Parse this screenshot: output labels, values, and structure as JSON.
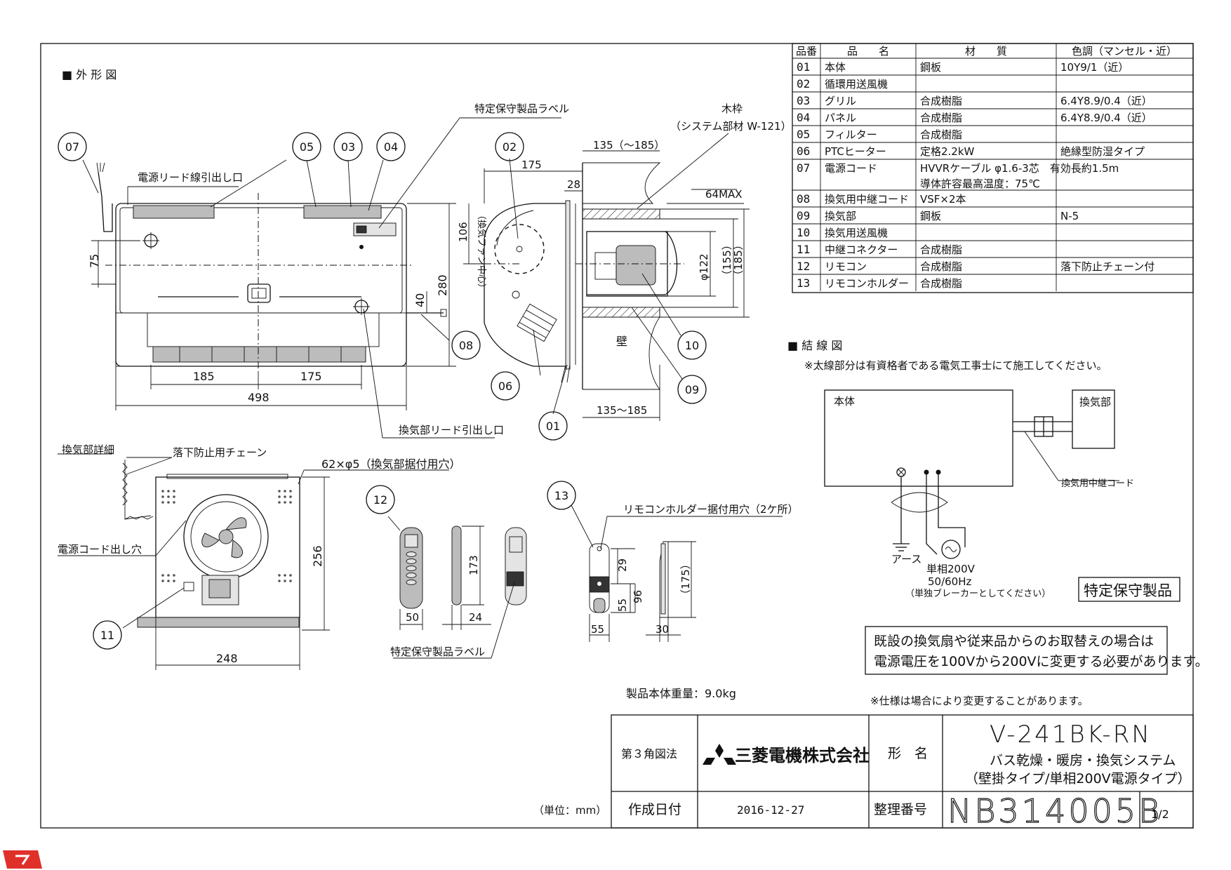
{
  "sections": {
    "outline_title": "■ 外 形 図",
    "wiring_title": "■ 結 線 図"
  },
  "parts_table": {
    "headers": [
      "品番",
      "品　　名",
      "材　　質",
      "色調（マンセル・近）"
    ],
    "rows": [
      {
        "no": "01",
        "name": "本体",
        "material": "鋼板",
        "color": "10Y9/1（近）"
      },
      {
        "no": "02",
        "name": "循環用送風機",
        "material": "",
        "color": ""
      },
      {
        "no": "03",
        "name": "グリル",
        "material": "合成樹脂",
        "color": "6.4Y8.9/0.4（近）"
      },
      {
        "no": "04",
        "name": "パネル",
        "material": "合成樹脂",
        "color": "6.4Y8.9/0.4（近）"
      },
      {
        "no": "05",
        "name": "フィルター",
        "material": "合成樹脂",
        "color": ""
      },
      {
        "no": "06",
        "name": "PTCヒーター",
        "material": "定格2.2kW",
        "color": "絶縁型防湿タイプ"
      },
      {
        "no": "07",
        "name": "電源コード",
        "material": "HVVRケーブル φ1.6-3芯　有効長約1.5m",
        "material2": "導体許容最高温度：75℃",
        "color": ""
      },
      {
        "no": "08",
        "name": "換気用中継コード",
        "material": "VSF×2本",
        "color": ""
      },
      {
        "no": "09",
        "name": "換気部",
        "material": "鋼板",
        "color": "N-5"
      },
      {
        "no": "10",
        "name": "換気用送風機",
        "material": "",
        "color": ""
      },
      {
        "no": "11",
        "name": "中継コネクター",
        "material": "合成樹脂",
        "color": ""
      },
      {
        "no": "12",
        "name": "リモコン",
        "material": "合成樹脂",
        "color": "落下防止チェーン付"
      },
      {
        "no": "13",
        "name": "リモコンホルダー",
        "material": "合成樹脂",
        "color": ""
      }
    ]
  },
  "labels": {
    "tokutei_label_top": "特定保守製品ラベル",
    "waku": "木枠",
    "system_part": "（システム部材 W-121）",
    "power_lead": "電源リード線引出し口",
    "vent_lead": "換気部リード引出し口",
    "vent_detail": "換気部詳細",
    "chain": "落下防止用チェーン",
    "holes": "62×φ5（換気部据付用穴）",
    "cord_hole": "電源コード出し穴",
    "remote_holder_holes": "リモコンホルダー据付用穴（2ケ所）",
    "tokutei_label_bottom": "特定保守製品ラベル",
    "wall": "壁",
    "fan_center": "（換気ファン中心）",
    "weight": "製品本体重量：9.0kg",
    "unit": "（単位：mm）",
    "spec_note": "※仕様は場合により変更することがあります。"
  },
  "callouts": [
    "01",
    "02",
    "03",
    "04",
    "05",
    "06",
    "07",
    "08",
    "09",
    "10",
    "11",
    "12",
    "13"
  ],
  "dimensions": {
    "d75": "75",
    "d106": "106",
    "d280": "280",
    "d40": "40",
    "d185": "185",
    "d175": "175",
    "d498": "498",
    "d135top": "135（～185）",
    "d175side": "175",
    "d28": "28",
    "d64": "64MAX",
    "dphi122": "φ122",
    "d155": "（155）",
    "d185p": "（185）",
    "d135bot": "135～185",
    "d256": "256",
    "d248": "248",
    "d173": "173",
    "d50": "50",
    "d24": "24",
    "d29": "29",
    "d55v": "55",
    "d96": "96",
    "d55h": "55",
    "d175p": "（175）",
    "d30": "30"
  },
  "wiring": {
    "note": "※太線部分は有資格者である電気工事士にて施工してください。",
    "body": "本体",
    "vent": "換気部",
    "relay_cord": "換気用中継コード",
    "earth": "アース",
    "power1": "単相200V",
    "power2": "50/60Hz",
    "breaker": "（単独ブレーカーとしてください）"
  },
  "tokutei_box": "特定保守製品",
  "replace_note": {
    "line1": "既設の換気扇や従来品からのお取替えの場合は",
    "line2": "電源電圧を100Vから200Vに変更する必要があります。"
  },
  "title_block": {
    "projection": "第３角図法",
    "company": "三菱電機株式会社",
    "model_label": "形　名",
    "model": "V-241BK-RN",
    "desc1": "バス乾燥・暖房・換気システム",
    "desc2": "（壁掛タイプ/単相200V電源タイプ）",
    "date_label": "作成日付",
    "date": "2016-12-27",
    "number_label": "整理番号",
    "number": "NB314005B",
    "page": "1/2"
  }
}
